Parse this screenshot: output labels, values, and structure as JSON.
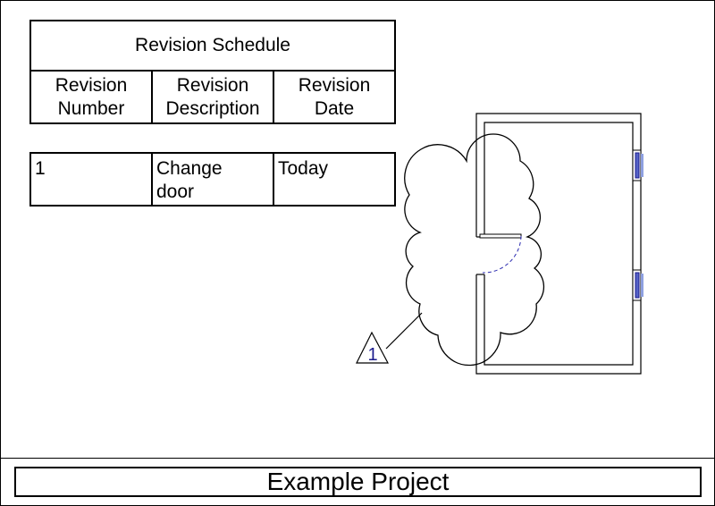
{
  "schedule": {
    "title": "Revision Schedule",
    "columns": [
      "Revision\nNumber",
      "Revision\nDescription",
      "Revision\nDate"
    ],
    "rows": [
      {
        "number": "1",
        "description": "Change\ndoor",
        "date": "Today"
      }
    ]
  },
  "revision_tag": {
    "label": "1"
  },
  "title_block": {
    "project_name": "Example Project"
  }
}
